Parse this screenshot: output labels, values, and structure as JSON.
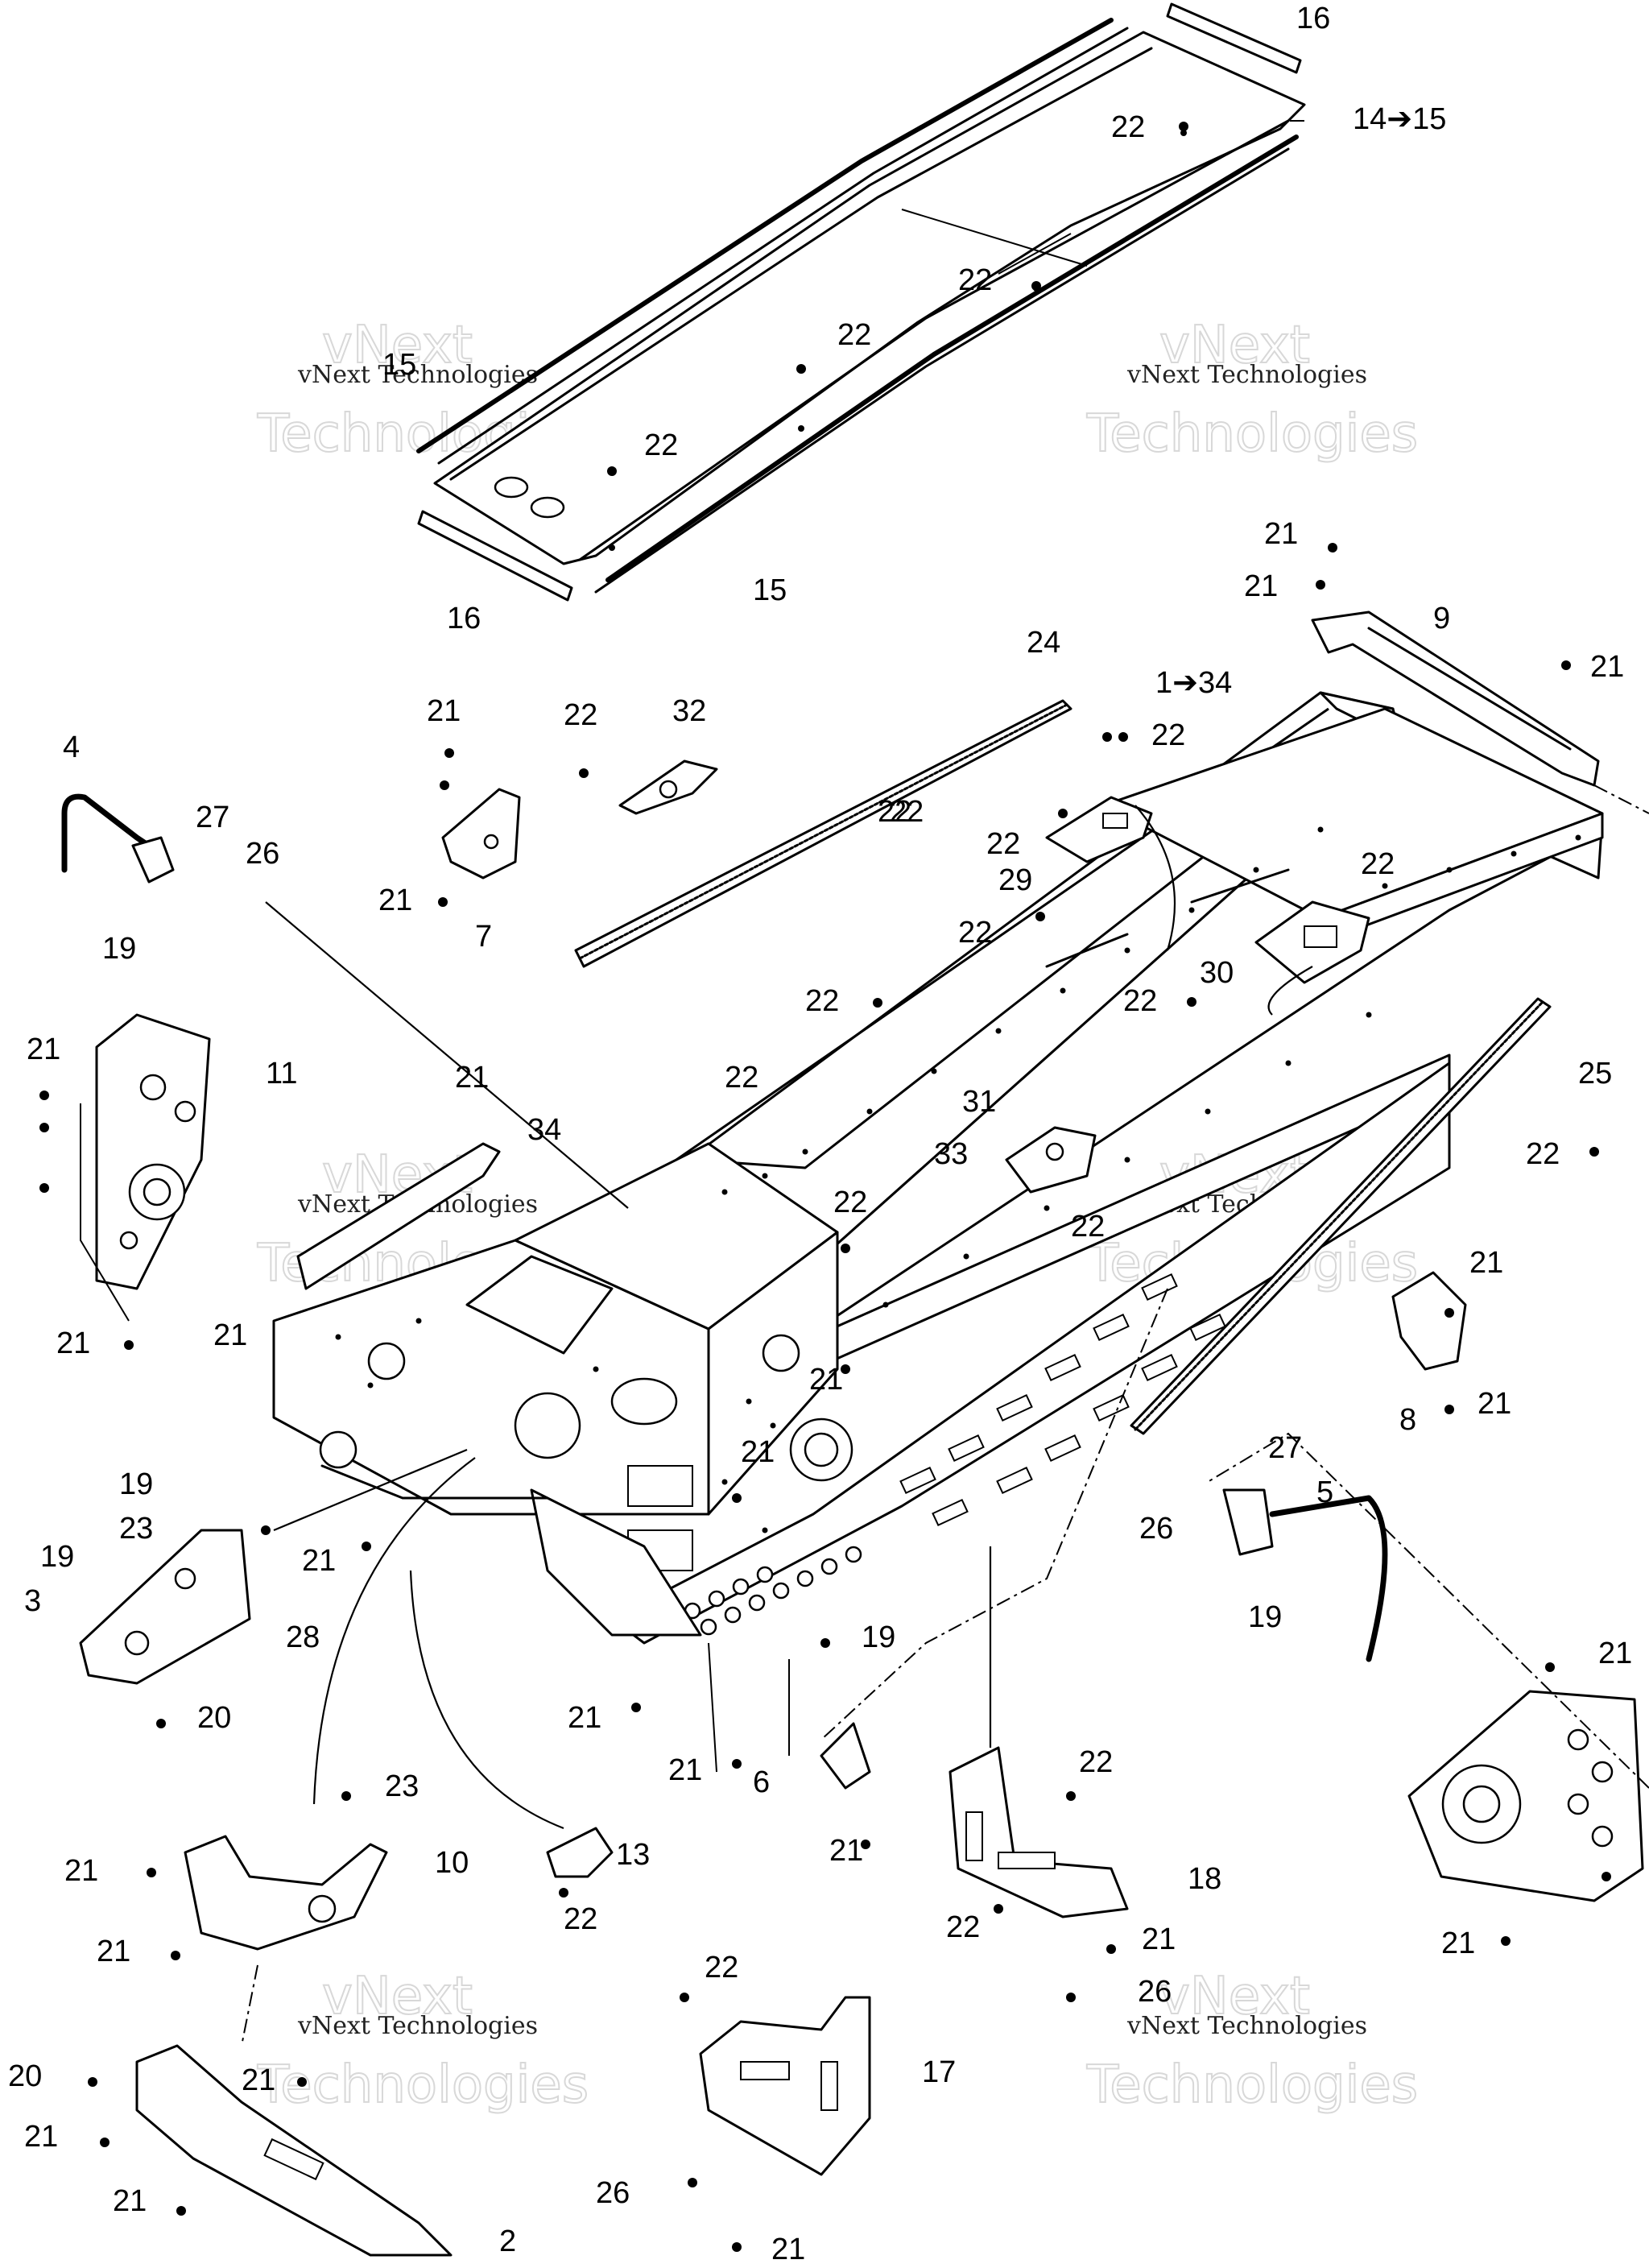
{
  "watermark": {
    "brand_line1": "vNext",
    "brand_line2": "Technologies",
    "caption": "vNext Technologies"
  },
  "callouts": {
    "c1_34": "1➔34",
    "c2": "2",
    "c3": "3",
    "c4": "4",
    "c5": "5",
    "c6": "6",
    "c7": "7",
    "c8": "8",
    "c9": "9",
    "c10": "10",
    "c11": "11",
    "c13": "13",
    "c14_15": "14➔15",
    "c15": "15",
    "c16": "16",
    "c17": "17",
    "c18": "18",
    "c19": "19",
    "c20": "20",
    "c21": "21",
    "c22": "22",
    "c23": "23",
    "c24": "24",
    "c25": "25",
    "c26": "26",
    "c27": "27",
    "c28": "28",
    "c29": "29",
    "c30": "30",
    "c31": "31",
    "c32": "32",
    "c33": "33",
    "c34": "34"
  }
}
